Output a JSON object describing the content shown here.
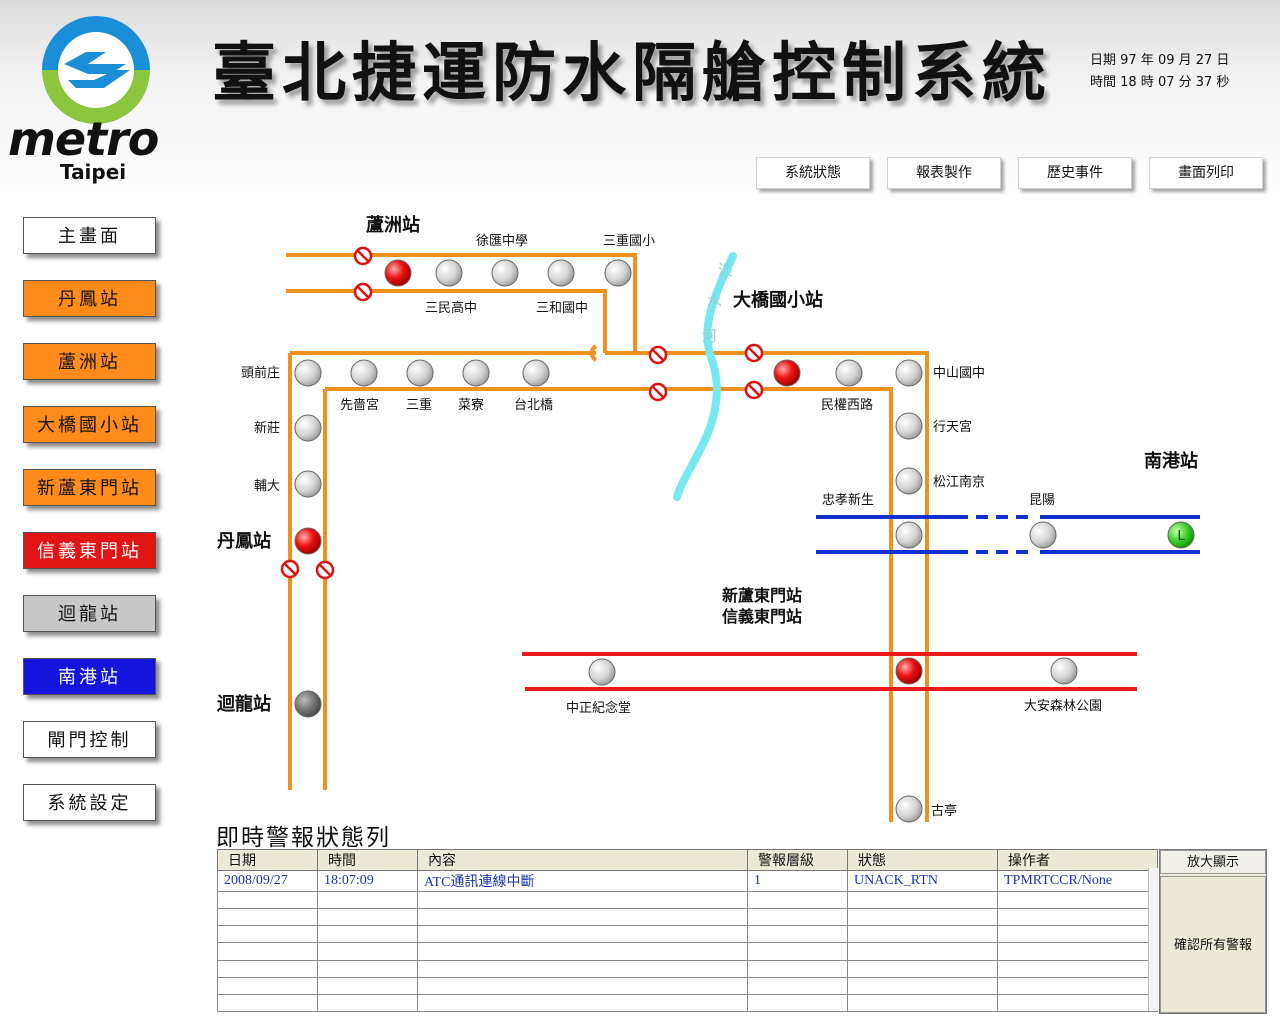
{
  "header": {
    "title": "臺北捷運防水隔艙控制系統",
    "logo_text": "metro",
    "logo_subtext": "Taipei",
    "date_line": "日期 97 年 09 月 27 日",
    "time_line": "時間 18 時 07 分 37 秒"
  },
  "top_buttons": [
    {
      "label": "系統狀態"
    },
    {
      "label": "報表製作"
    },
    {
      "label": "歷史事件"
    },
    {
      "label": "畫面列印"
    }
  ],
  "side_buttons": [
    {
      "label": "主畫面",
      "bg": "#ffffff",
      "fg": "#111111"
    },
    {
      "label": "丹鳳站",
      "bg": "#ff8c1a",
      "fg": "#111111"
    },
    {
      "label": "蘆洲站",
      "bg": "#ff8c1a",
      "fg": "#111111"
    },
    {
      "label": "大橋國小站",
      "bg": "#ff8c1a",
      "fg": "#111111"
    },
    {
      "label": "新蘆東門站",
      "bg": "#ff8c1a",
      "fg": "#111111"
    },
    {
      "label": "信義東門站",
      "bg": "#e21515",
      "fg": "#ffffff"
    },
    {
      "label": "迴龍站",
      "bg": "#c8c8c8",
      "fg": "#111111"
    },
    {
      "label": "南港站",
      "bg": "#1414dc",
      "fg": "#ffffff"
    },
    {
      "label": "閘門控制",
      "bg": "#ffffff",
      "fg": "#111111"
    },
    {
      "label": "系統設定",
      "bg": "#ffffff",
      "fg": "#111111"
    }
  ],
  "map": {
    "colors": {
      "orange_line": "#f0901e",
      "blue_line": "#1030d0",
      "red_line": "#e81a1a",
      "river": "#78e8f0"
    },
    "major_labels": {
      "luzhou": "蘆洲站",
      "daqiao": "大橋國小站",
      "danfeng": "丹鳳站",
      "huilong": "迴龍站",
      "nangang": "南港站",
      "xinlu_dongmen": "新蘆東門站",
      "xinyi_dongmen": "信義東門站"
    },
    "river_label": [
      "淡",
      "水",
      "河"
    ],
    "stations": {
      "xuhui": "徐匯中學",
      "sanchong_es": "三重國小",
      "sanmin": "三民高中",
      "sanhe": "三和國中",
      "touqianzhuang": "頭前庄",
      "xiansigong": "先嗇宮",
      "sanchong": "三重",
      "cailiao": "菜寮",
      "taipei_bridge": "台北橋",
      "zhongshan_jh": "中山國中",
      "minquan_w": "民權西路",
      "xinzhuang": "新莊",
      "xingtian": "行天宮",
      "fuda": "輔大",
      "songjiang": "松江南京",
      "zhongxiao_xinsheng": "忠孝新生",
      "kunyang": "昆陽",
      "cks_memorial": "中正紀念堂",
      "daan_park": "大安森林公園",
      "guting": "古亭"
    },
    "nangang_indicator": "L"
  },
  "alarms": {
    "section_title": "即時警報狀態列",
    "columns": [
      "日期",
      "時間",
      "內容",
      "警報層級",
      "狀態",
      "操作者"
    ],
    "rows": [
      [
        "2008/09/27",
        "18:07:09",
        "ATC通訊連線中斷",
        "1",
        "UNACK_RTN",
        "TPMRTCCR/None"
      ]
    ],
    "zoom_button": "放大顯示",
    "ack_all_button": "確認所有警報"
  }
}
